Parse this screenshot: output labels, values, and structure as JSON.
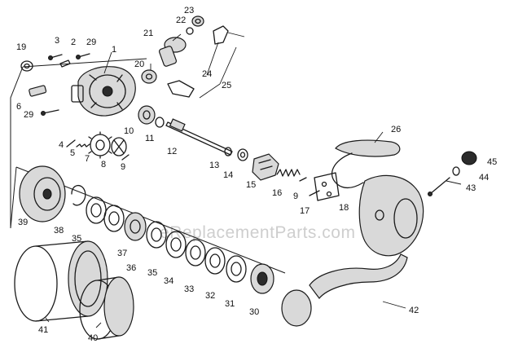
{
  "watermark": "eReplacementParts.com",
  "callouts": [
    "1",
    "2",
    "3",
    "4",
    "5",
    "6",
    "7",
    "8",
    "9",
    "10",
    "11",
    "12",
    "13",
    "14",
    "15",
    "16",
    "9",
    "17",
    "18",
    "19",
    "20",
    "21",
    "22",
    "23",
    "24",
    "25",
    "26",
    "29",
    "29",
    "30",
    "31",
    "32",
    "33",
    "34",
    "35",
    "35",
    "36",
    "37",
    "38",
    "39",
    "40",
    "41",
    "42",
    "43",
    "44",
    "45"
  ]
}
